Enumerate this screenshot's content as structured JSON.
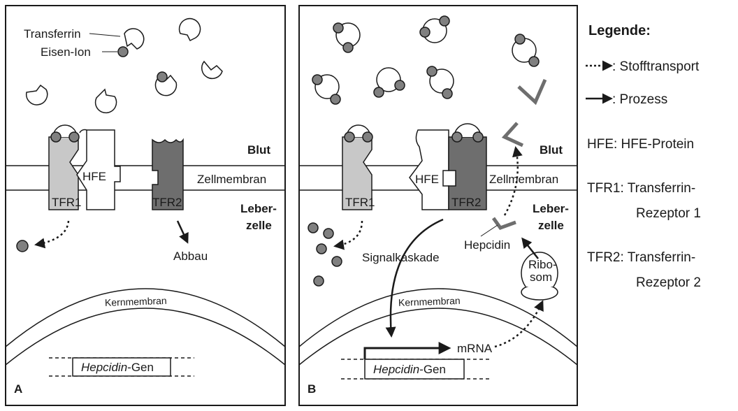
{
  "panel_a": {
    "letter": "A",
    "transferrin": "Transferrin",
    "iron_ion": "Eisen-Ion",
    "blood": "Blut",
    "membrane": "Zellmembran",
    "liver_cell_1": "Leber-",
    "liver_cell_2": "zelle",
    "hfe": "HFE",
    "tfr1": "TFR1",
    "tfr2": "TFR2",
    "degradation": "Abbau",
    "nuclear_membrane": "Kernmembran",
    "gene_italic": "Hepcidin",
    "gene_suffix": "-Gen"
  },
  "panel_b": {
    "letter": "B",
    "blood": "Blut",
    "membrane": "Zellmembran",
    "liver_cell_1": "Leber-",
    "liver_cell_2": "zelle",
    "hfe": "HFE",
    "tfr1": "TFR1",
    "tfr2": "TFR2",
    "signal_cascade": "Signalkaskade",
    "hepcidin": "Hepcidin",
    "ribosome_1": "Ribo-",
    "ribosome_2": "som",
    "nuclear_membrane": "Kernmembran",
    "mrna": "mRNA",
    "gene_italic": "Hepcidin",
    "gene_suffix": "-Gen"
  },
  "legend": {
    "title": "Legende:",
    "transport": ": Stofftransport",
    "process": ": Prozess",
    "hfe": "HFE: HFE-Protein",
    "tfr1_a": "TFR1: Transferrin-",
    "tfr1_b": "Rezeptor 1",
    "tfr2_a": "TFR2: Transferrin-",
    "tfr2_b": "Rezeptor 2"
  },
  "colors": {
    "tfr1": "#c8c8c8",
    "tfr2": "#6e6e6e",
    "iron": "#808080",
    "hepcidin": "#6e6e6e",
    "line": "#1a1a1a"
  }
}
